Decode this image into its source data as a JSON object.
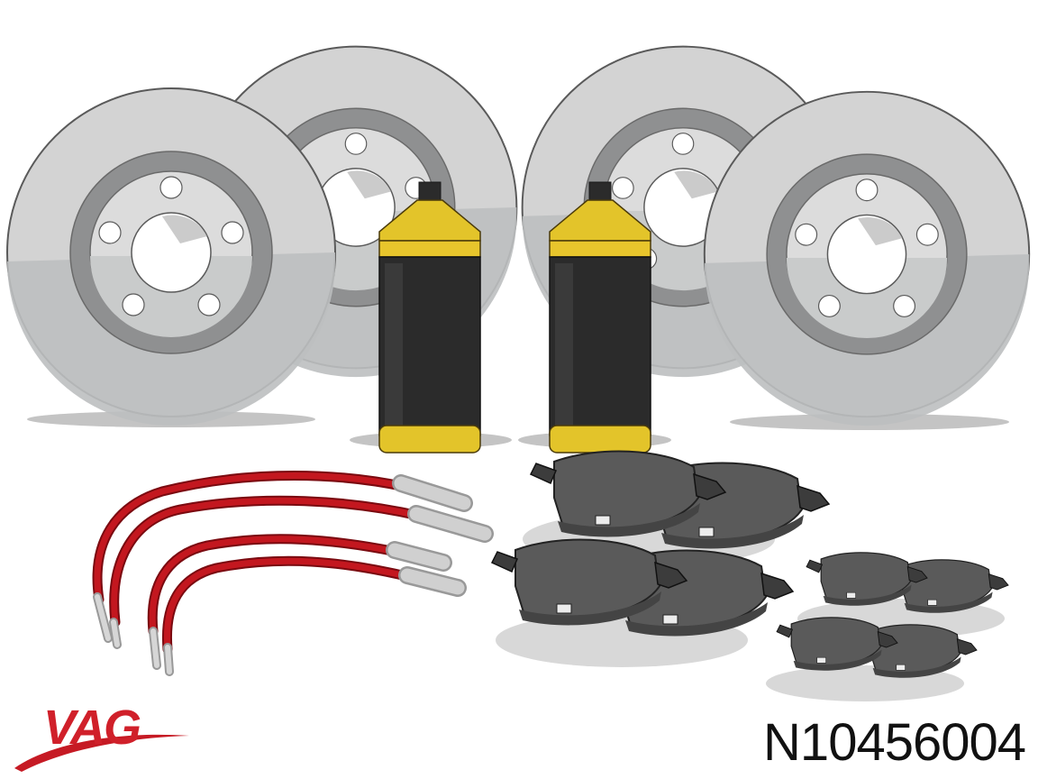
{
  "brand": {
    "name": "VAG",
    "color": "#d0202a",
    "swoosh_color": "#c61a24"
  },
  "part_number": "N10456004",
  "illustration": {
    "items": [
      "brake-disc",
      "brake-disc",
      "brake-disc",
      "brake-disc",
      "brake-fluid-bottle",
      "brake-fluid-bottle",
      "brake-hose",
      "brake-hose",
      "brake-hose",
      "brake-hose",
      "brake-pad-set",
      "brake-pad-set",
      "brake-pad-set",
      "brake-pad-set"
    ],
    "colors": {
      "disc_outer": "#d3d3d3",
      "disc_shade": "#b9bcbd",
      "disc_hub": "#8f9091",
      "disc_inner": "#dedede",
      "bottle_body": "#2b2b2b",
      "bottle_cap": "#e3c42a",
      "hose": "#c3171f",
      "fitting": "#c9c9c9",
      "pad": "#5a5a5a",
      "shadow": "#c4c4c4"
    }
  }
}
